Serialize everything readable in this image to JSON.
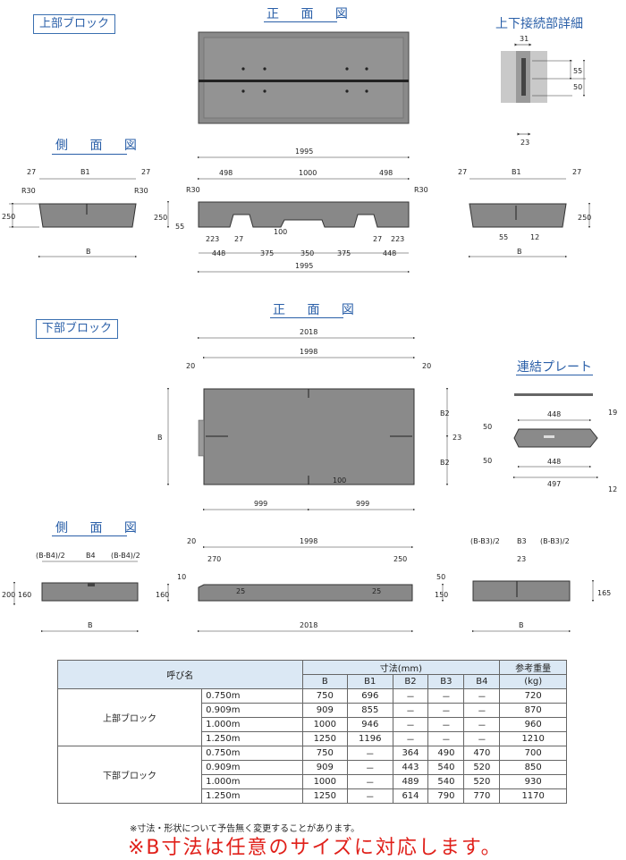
{
  "labels": {
    "upper_block": "上部ブロック",
    "lower_block": "下部ブロック",
    "front_view_upper": "正 面 図",
    "front_view_lower": "正 面 図",
    "side_view_upper": "側 面 図",
    "side_view_lower": "側 面 図",
    "joint_detail": "上下接続部詳細",
    "connecting_plate": "連結プレート"
  },
  "dims": {
    "upper_side_left": {
      "top_left": "27",
      "b1": "B1",
      "top_right": "27",
      "r_left": "R30",
      "r_right": "R30",
      "height": "250",
      "b": "B"
    },
    "upper_front": {
      "total_top": "1995",
      "seg1": "498",
      "seg2": "1000",
      "seg3": "498",
      "r_left": "R30",
      "r_right": "R30",
      "height": "250",
      "h55": "55",
      "h100": "100",
      "d223a": "223",
      "d27a": "27",
      "d27b": "27",
      "d223b": "223",
      "d448a": "448",
      "d375a": "375",
      "d350": "350",
      "d375b": "375",
      "d448b": "448",
      "total_bottom": "1995"
    },
    "upper_side_right": {
      "top_left": "27",
      "b1": "B1",
      "top_right": "27",
      "height": "250",
      "h55": "55",
      "w12": "12",
      "b": "B"
    },
    "joint": {
      "top": "31",
      "r55": "55",
      "r50": "50",
      "bottom": "23"
    },
    "lower_front": {
      "outer": "2018",
      "inner": "1998",
      "left": "20",
      "right": "20",
      "b": "B",
      "b2a": "B2",
      "b2b": "B2",
      "d23": "23",
      "d100": "100",
      "d999a": "999",
      "d999b": "999"
    },
    "plate": {
      "top": "448",
      "bottom": "448",
      "total": "497",
      "h50a": "50",
      "h50b": "50",
      "t19": "19",
      "t12": "12"
    },
    "lower_side_left": {
      "l": "(B-B4)/2",
      "b4": "B4",
      "r": "(B-B4)/2",
      "h200": "200",
      "h160": "160",
      "b": "B"
    },
    "lower_front_side": {
      "d20": "20",
      "d1998": "1998",
      "d270": "270",
      "d250": "250",
      "d10": "10",
      "d25a": "25",
      "d25b": "25",
      "h50": "50",
      "h160": "160",
      "h150": "150",
      "d2018": "2018"
    },
    "lower_side_right": {
      "l": "(B-B3)/2",
      "b3": "B3",
      "r": "(B-B3)/2",
      "d23": "23",
      "h165": "165",
      "b": "B"
    }
  },
  "table": {
    "h_name": "呼び名",
    "h_dim": "寸法(mm)",
    "h_weight": "参考重量",
    "h_unit": "(kg)",
    "cols": [
      "B",
      "B1",
      "B2",
      "B3",
      "B4"
    ],
    "groups": [
      {
        "name": "上部ブロック",
        "rows": [
          {
            "size": "0.750m",
            "v": [
              "750",
              "696",
              "－",
              "－",
              "－"
            ],
            "w": "720"
          },
          {
            "size": "0.909m",
            "v": [
              "909",
              "855",
              "－",
              "－",
              "－"
            ],
            "w": "870"
          },
          {
            "size": "1.000m",
            "v": [
              "1000",
              "946",
              "－",
              "－",
              "－"
            ],
            "w": "960"
          },
          {
            "size": "1.250m",
            "v": [
              "1250",
              "1196",
              "－",
              "－",
              "－"
            ],
            "w": "1210"
          }
        ]
      },
      {
        "name": "下部ブロック",
        "rows": [
          {
            "size": "0.750m",
            "v": [
              "750",
              "－",
              "364",
              "490",
              "470"
            ],
            "w": "700"
          },
          {
            "size": "0.909m",
            "v": [
              "909",
              "－",
              "443",
              "540",
              "520"
            ],
            "w": "850"
          },
          {
            "size": "1.000m",
            "v": [
              "1000",
              "－",
              "489",
              "540",
              "520"
            ],
            "w": "930"
          },
          {
            "size": "1.250m",
            "v": [
              "1250",
              "－",
              "614",
              "790",
              "770"
            ],
            "w": "1170"
          }
        ]
      }
    ]
  },
  "notes": {
    "note1": "※寸法・形状について予告無く変更することがあります。",
    "note2": "※B寸法は任意のサイズに対応します。"
  },
  "colors": {
    "accent": "#2a5fa8",
    "block": "#808080",
    "note": "#e0201a"
  }
}
